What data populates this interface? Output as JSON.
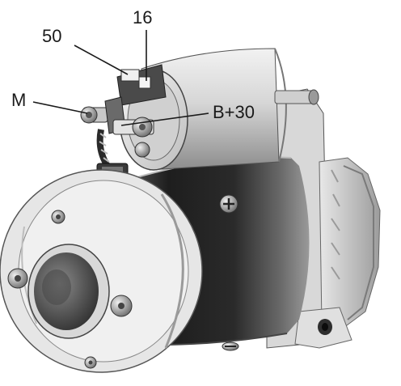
{
  "figure": {
    "labels": {
      "terminal_50": "50",
      "terminal_16": "16",
      "terminal_m": "M",
      "terminal_b30": "B+30"
    },
    "colors": {
      "ink": "#1a1a1a",
      "metal_light": "#dcdcdc",
      "metal_mid": "#a8a8a8",
      "metal_dark": "#3a3a3a",
      "housing": "#2b2b2b"
    }
  }
}
